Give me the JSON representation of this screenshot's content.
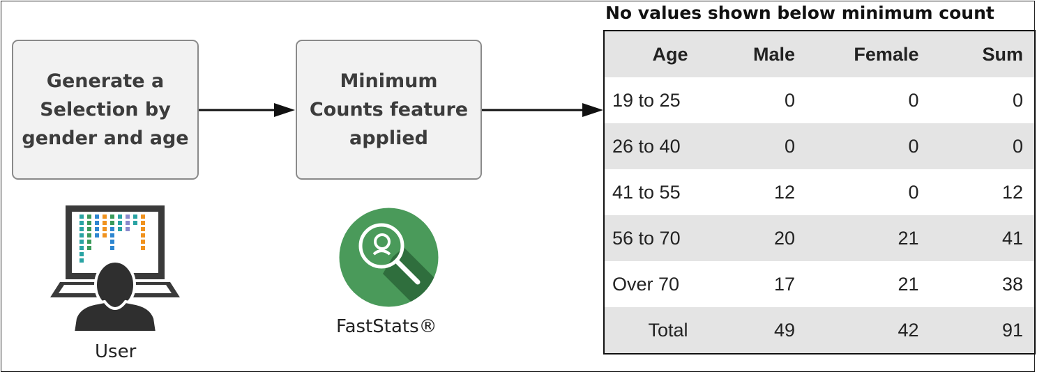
{
  "boxes": {
    "step1": [
      "Generate a",
      "Selection by",
      "gender and age"
    ],
    "step2": [
      "Minimum",
      "Counts feature",
      "applied"
    ]
  },
  "labels": {
    "user": "User",
    "faststats": "FastStats®"
  },
  "icons": {
    "user": "user-at-laptop-icon",
    "faststats": "faststats-magnifier-logo"
  },
  "colors": {
    "box_fill": "#f2f2f2",
    "box_border": "#8a8a8a",
    "logo_green": "#4a9a5a",
    "row_shade": "#e4e4e4"
  },
  "table": {
    "title": "No values shown below minimum count",
    "headers": [
      "Age",
      "Male",
      "Female",
      "Sum"
    ],
    "rows": [
      [
        "19 to 25",
        "0",
        "0",
        "0"
      ],
      [
        "26 to 40",
        "0",
        "0",
        "0"
      ],
      [
        "41 to 55",
        "12",
        "0",
        "12"
      ],
      [
        "56 to 70",
        "20",
        "21",
        "41"
      ],
      [
        "Over 70",
        "17",
        "21",
        "38"
      ],
      [
        "Total",
        "49",
        "42",
        "91"
      ]
    ]
  }
}
